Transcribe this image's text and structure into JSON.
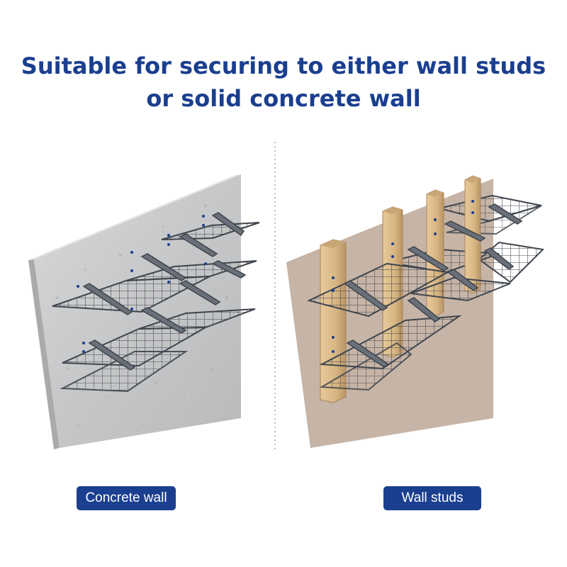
{
  "headline": {
    "line1": "Suitable for securing to either wall studs",
    "line2": "or solid concrete wall"
  },
  "panels": {
    "left": {
      "label": "Concrete wall"
    },
    "right": {
      "label": "Wall studs"
    }
  },
  "colors": {
    "brand_blue": "#1b3f8f",
    "concrete": "#c9cacb",
    "drywall": "#c4b2a4",
    "stud_wood": "#d9b98a",
    "shelf_metal": "#3f454d"
  }
}
